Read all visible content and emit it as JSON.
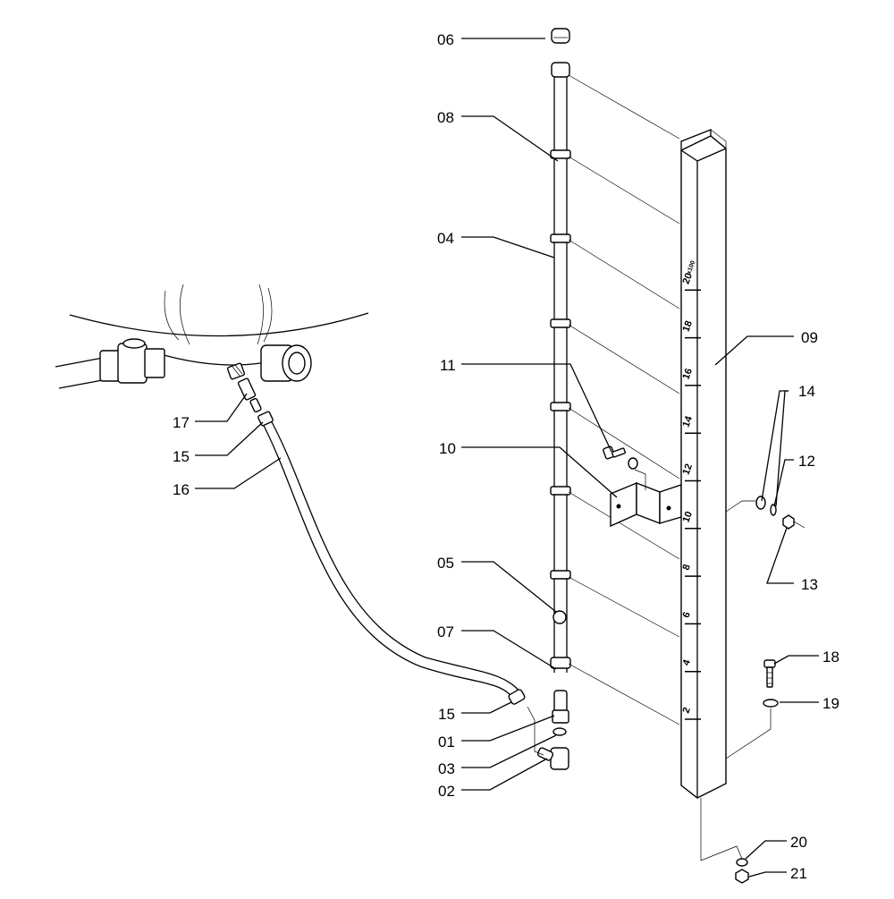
{
  "callouts": [
    {
      "id": "c06",
      "text": "06"
    },
    {
      "id": "c08",
      "text": "08"
    },
    {
      "id": "c04",
      "text": "04"
    },
    {
      "id": "c11",
      "text": "11"
    },
    {
      "id": "c10",
      "text": "10"
    },
    {
      "id": "c05",
      "text": "05"
    },
    {
      "id": "c07",
      "text": "07"
    },
    {
      "id": "c15a",
      "text": "15"
    },
    {
      "id": "c01",
      "text": "01"
    },
    {
      "id": "c03",
      "text": "03"
    },
    {
      "id": "c02",
      "text": "02"
    },
    {
      "id": "c17",
      "text": "17"
    },
    {
      "id": "c15b",
      "text": "15"
    },
    {
      "id": "c16",
      "text": "16"
    },
    {
      "id": "c09",
      "text": "09"
    },
    {
      "id": "c14",
      "text": "14"
    },
    {
      "id": "c12",
      "text": "12"
    },
    {
      "id": "c13",
      "text": "13"
    },
    {
      "id": "c18",
      "text": "18"
    },
    {
      "id": "c19",
      "text": "19"
    },
    {
      "id": "c20",
      "text": "20"
    },
    {
      "id": "c21",
      "text": "21"
    }
  ],
  "scale_marks": [
    "2",
    "4",
    "6",
    "8",
    "10",
    "12",
    "14",
    "16",
    "18",
    "20"
  ],
  "scale_unit": "x100"
}
